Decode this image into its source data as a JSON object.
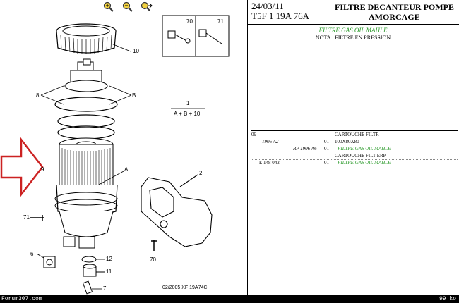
{
  "toolbar": {
    "zoom_in_icon": "zoom-in-icon",
    "zoom_out_icon": "zoom-out-icon",
    "pan_icon": "pan-icon"
  },
  "diagram": {
    "callouts": {
      "c10": "10",
      "c8": "8",
      "cB": "B",
      "c9": "9",
      "cA": "A",
      "c2": "2",
      "c71": "71",
      "c6": "6",
      "c12": "12",
      "c11": "11",
      "c7": "7",
      "c70": "70"
    },
    "inset": {
      "left": "70",
      "right": "71"
    },
    "legend": {
      "num": "1",
      "formula": "A + B + 10"
    },
    "code": "02/2005   XF 19A74C"
  },
  "header": {
    "date": "24/03/11",
    "ref": "T5F 1 19A 76A",
    "title_line1": "FILTRE DECANTEUR POMPE",
    "title_line2": "AMORCAGE",
    "subtitle": "FILTRE GAS OIL MAHLE",
    "note": "NOTA : FILTRE EN PRESSION"
  },
  "table": {
    "row1": {
      "num": "09",
      "col2": "",
      "qty": "",
      "desc": "CARTOUCHE FILTR"
    },
    "row2": {
      "num": "",
      "col2": "1906 A2",
      "qty": "01",
      "desc": "100X80X80"
    },
    "row3": {
      "num": "",
      "col2": "RP 1906 A6",
      "qty": "01",
      "desc": "- FILTRE GAS OIL MAHLE"
    },
    "row4": {
      "num": "",
      "col2": "",
      "qty": "",
      "desc": "CARTOUCHE FILT ERP"
    },
    "row5": {
      "num": "E 148 042",
      "col2": "",
      "qty": "01",
      "desc": "- FILTRE GAS OIL MAHLE"
    }
  },
  "footer": {
    "forum": "Forum307.com",
    "size": "99 ko"
  },
  "colors": {
    "green": "#2a9a2a",
    "arrow": "#cc2222"
  }
}
